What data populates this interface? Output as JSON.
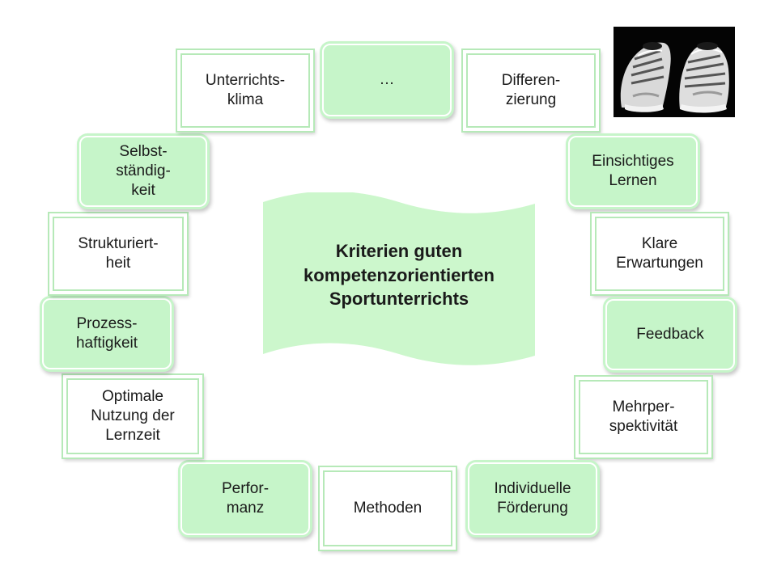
{
  "center": {
    "title": "Kriterien guten\nkompetenzorientierten\nSportunterrichts"
  },
  "criteria": [
    {
      "id": "ellipsis",
      "label": "…",
      "style": "green"
    },
    {
      "id": "differenzierung",
      "label": "Differen-\nzierung",
      "style": "white"
    },
    {
      "id": "einsichtiges-lernen",
      "label": "Einsichtiges\nLernen",
      "style": "green"
    },
    {
      "id": "klare-erwartungen",
      "label": "Klare\nErwartungen",
      "style": "white"
    },
    {
      "id": "feedback",
      "label": "Feedback",
      "style": "green"
    },
    {
      "id": "mehrperspektivitaet",
      "label": "Mehrper-\nspektivität",
      "style": "white"
    },
    {
      "id": "individuelle-foerderung",
      "label": "Individuelle\nFörderung",
      "style": "green"
    },
    {
      "id": "methoden",
      "label": "Methoden",
      "style": "white"
    },
    {
      "id": "performanz",
      "label": "Perfor-\nmanz",
      "style": "green"
    },
    {
      "id": "lernzeit",
      "label": "Optimale\nNutzung der\nLernzeit",
      "style": "white"
    },
    {
      "id": "prozesshaftigkeit",
      "label": "Prozess-\nhaftigkeit",
      "style": "green"
    },
    {
      "id": "strukturiertheit",
      "label": "Strukturiert-\nheit",
      "style": "white"
    },
    {
      "id": "selbststaendigkeit",
      "label": "Selbst-\nständig-\nkeit",
      "style": "green"
    },
    {
      "id": "unterrichtsklima",
      "label": "Unterrichts-\nklima",
      "style": "white"
    }
  ],
  "colors": {
    "tile_green": "#c6f5c9",
    "frame_green": "#b6e9b8",
    "banner_green": "#ccf7cc"
  },
  "image": {
    "subject": "running shoes photo",
    "icon": "shoes-photo"
  }
}
